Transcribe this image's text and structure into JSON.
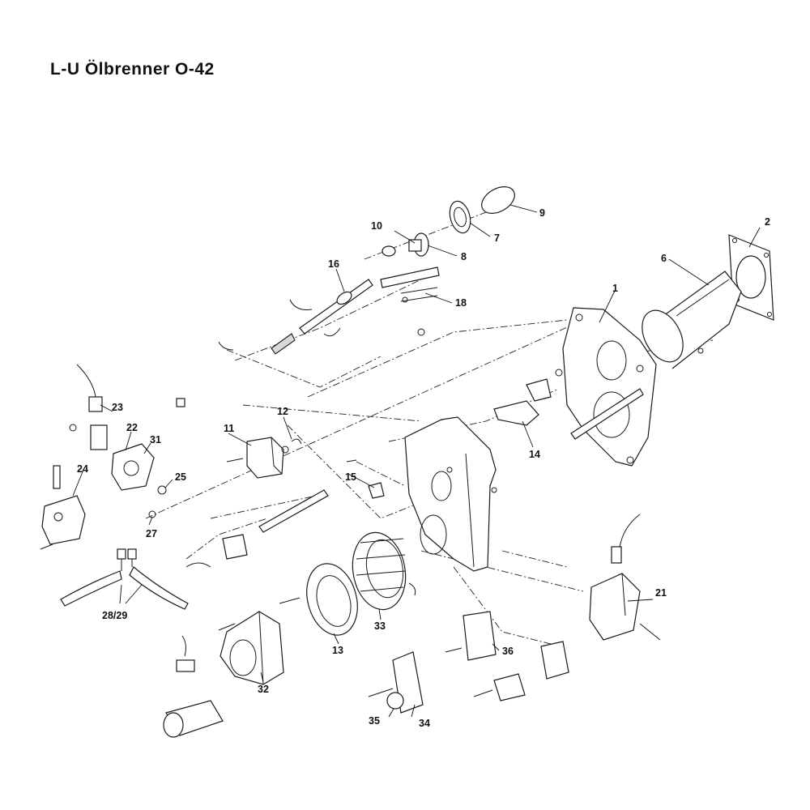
{
  "title": "L-U Ölbrenner O-42",
  "labels": [
    {
      "key": "1",
      "text": "1"
    },
    {
      "key": "2",
      "text": "2"
    },
    {
      "key": "6",
      "text": "6"
    },
    {
      "key": "7",
      "text": "7"
    },
    {
      "key": "8",
      "text": "8"
    },
    {
      "key": "9",
      "text": "9"
    },
    {
      "key": "10",
      "text": "10"
    },
    {
      "key": "11",
      "text": "11"
    },
    {
      "key": "12",
      "text": "12"
    },
    {
      "key": "13",
      "text": "13"
    },
    {
      "key": "14",
      "text": "14"
    },
    {
      "key": "15",
      "text": "15"
    },
    {
      "key": "16",
      "text": "16"
    },
    {
      "key": "18",
      "text": "18"
    },
    {
      "key": "21",
      "text": "21"
    },
    {
      "key": "22",
      "text": "22"
    },
    {
      "key": "23",
      "text": "23"
    },
    {
      "key": "24",
      "text": "24"
    },
    {
      "key": "25",
      "text": "25"
    },
    {
      "key": "27",
      "text": "27"
    },
    {
      "key": "28/29",
      "text": "28/29"
    },
    {
      "key": "31",
      "text": "31"
    },
    {
      "key": "32",
      "text": "32"
    },
    {
      "key": "33",
      "text": "33"
    },
    {
      "key": "34",
      "text": "34"
    },
    {
      "key": "35",
      "text": "35"
    },
    {
      "key": "36",
      "text": "36"
    }
  ]
}
